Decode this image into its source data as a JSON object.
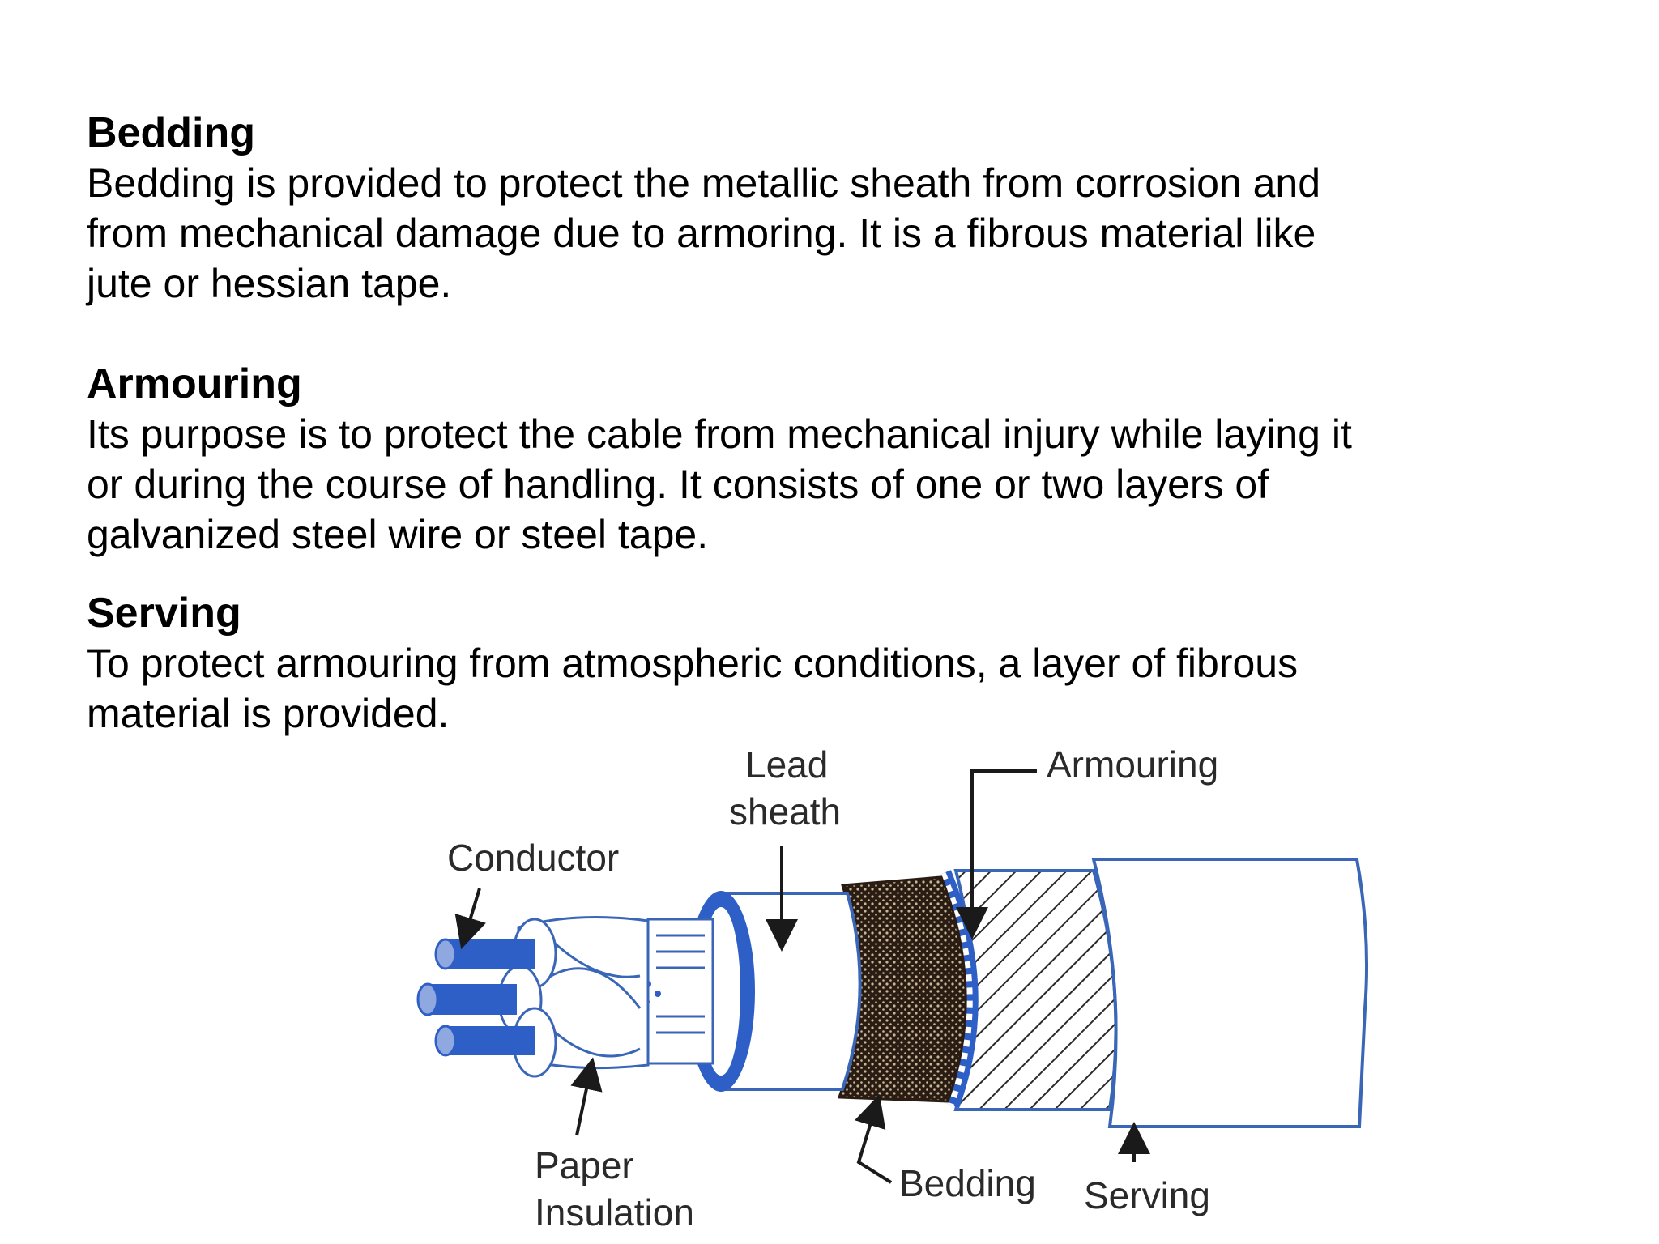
{
  "sections": [
    {
      "heading": "Bedding",
      "lines": [
        "Bedding is provided to protect the metallic sheath from corrosion and",
        "from mechanical damage due to armoring. It is a fibrous material like",
        "jute or hessian tape."
      ]
    },
    {
      "heading": "Armouring",
      "lines": [
        "Its purpose is to protect the cable from mechanical injury while laying it",
        "or during the course of handling. It consists of one or two layers of",
        "galvanized steel wire or steel tape."
      ]
    },
    {
      "heading": "Serving",
      "lines": [
        "To protect armouring from atmospheric conditions, a layer of fibrous",
        "material is provided."
      ]
    }
  ],
  "diagram": {
    "labels": {
      "conductor": "Conductor",
      "lead_1": "Lead",
      "lead_2": "sheath",
      "armouring": "Armouring",
      "paper_1": "Paper",
      "paper_2": "Insulation",
      "bedding": "Bedding",
      "serving": "Serving"
    },
    "colors": {
      "conductor": "#2e5fc7",
      "outline": "#3a66b8",
      "bedding": "#2a1c12",
      "arrow": "#1a1a1a"
    }
  }
}
